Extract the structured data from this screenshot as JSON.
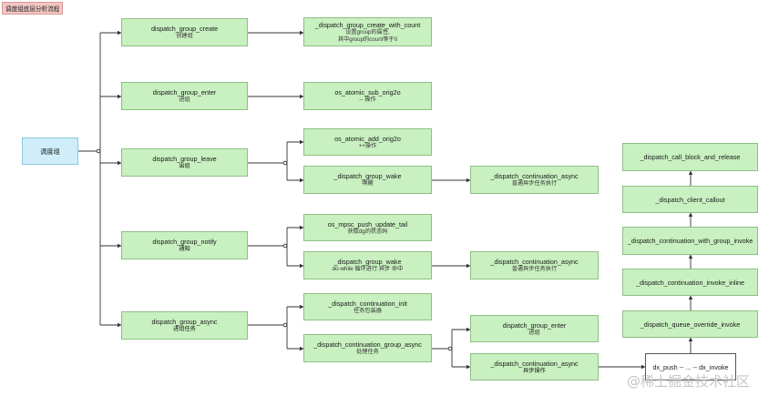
{
  "title": "调度组底层分析流程",
  "watermark": "@稀土掘金技术社区",
  "colors": {
    "node_fill": "#c8f0c0",
    "root_fill": "#cfeefa",
    "line": "#333333"
  },
  "nodes": [
    {
      "id": "root",
      "title": "调度组",
      "sub": ""
    },
    {
      "id": "create",
      "title": "dispatch_group_create",
      "sub": "创建组"
    },
    {
      "id": "create_count",
      "title": "_dispatch_group_create_with_count",
      "sub": "设置group的属性,",
      "sub2": "其中group的count等于0"
    },
    {
      "id": "enter",
      "title": "dispatch_group_enter",
      "sub": "进组"
    },
    {
      "id": "sub_orig",
      "title": "os_atomic_sub_orig2o",
      "sub": "-- 操作"
    },
    {
      "id": "leave",
      "title": "dispatch_group_leave",
      "sub": "出组"
    },
    {
      "id": "add_orig",
      "title": "os_atomic_add_orig2o",
      "sub": "++操作"
    },
    {
      "id": "wake1",
      "title": "_dispatch_group_wake",
      "sub": "唤醒"
    },
    {
      "id": "cont_async1",
      "title": "_dispatch_continuation_async",
      "sub": "普通异步任务执行"
    },
    {
      "id": "notify",
      "title": "dispatch_group_notify",
      "sub": "通知"
    },
    {
      "id": "mpsc",
      "title": "os_mpsc_push_update_tail",
      "sub": "获取dg的状态码"
    },
    {
      "id": "wake2",
      "title": "_dispatch_group_wake",
      "sub": "do-while 循环进行 异步 命中"
    },
    {
      "id": "cont_async2",
      "title": "_dispatch_continuation_async",
      "sub": "普通异步任务执行"
    },
    {
      "id": "group_async",
      "title": "dispatch_group_async",
      "sub": "进组任务"
    },
    {
      "id": "cont_init",
      "title": "_dispatch_continuation_init",
      "sub": "任务包装器"
    },
    {
      "id": "cont_group_async",
      "title": "_dispatch_continuation_group_async",
      "sub": "处理任务"
    },
    {
      "id": "enter2",
      "title": "dispatch_group_enter",
      "sub": "进组"
    },
    {
      "id": "cont_async3",
      "title": "_dispatch_continuation_async",
      "sub": "异步操作"
    },
    {
      "id": "dx_push",
      "title": "dx_push -- ... -- dx_invoke",
      "sub": ""
    },
    {
      "id": "queue_override",
      "title": "_dispatch_queue_override_invoke",
      "sub": ""
    },
    {
      "id": "invoke_inline",
      "title": "_dispatch_continuation_invoke_inline",
      "sub": ""
    },
    {
      "id": "with_group_invoke",
      "title": "_dispatch_continuation_with_group_invoke",
      "sub": ""
    },
    {
      "id": "client_callout",
      "title": "_dispatch_client_callout",
      "sub": ""
    },
    {
      "id": "call_block",
      "title": "_dispatch_call_block_and_release",
      "sub": ""
    }
  ]
}
